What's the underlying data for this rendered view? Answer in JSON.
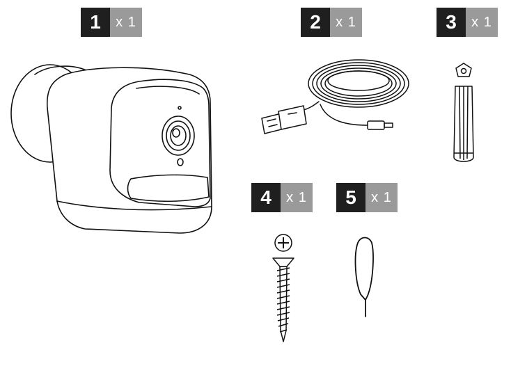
{
  "items": [
    {
      "number": "1",
      "quantity": "x 1",
      "icon": "camera-icon"
    },
    {
      "number": "2",
      "quantity": "x 1",
      "icon": "usb-cable-icon"
    },
    {
      "number": "3",
      "quantity": "x 1",
      "icon": "wall-anchor-icon"
    },
    {
      "number": "4",
      "quantity": "x 1",
      "icon": "screw-icon"
    },
    {
      "number": "5",
      "quantity": "x 1",
      "icon": "reset-pin-icon"
    }
  ],
  "colors": {
    "badge_dark": "#1f1f1f",
    "badge_grey": "#9a9a9a",
    "line": "#111111"
  }
}
